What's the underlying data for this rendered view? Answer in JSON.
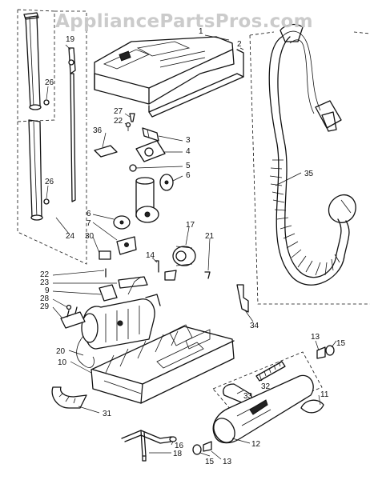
{
  "watermark": "AppliancePartsPros.com",
  "labels": {
    "l1": "1",
    "l2": "2",
    "l3": "3",
    "l4": "4",
    "l5": "5",
    "l6a": "6",
    "l6b": "6",
    "l7": "7",
    "l9": "9",
    "l10": "10",
    "l11": "11",
    "l12": "12",
    "l13a": "13",
    "l13b": "13",
    "l14": "14",
    "l15a": "15",
    "l15b": "15",
    "l16": "16",
    "l17": "17",
    "l18": "18",
    "l19": "19",
    "l20": "20",
    "l21": "21",
    "l22a": "22",
    "l22b": "22",
    "l23": "23",
    "l24": "24",
    "l26a": "26",
    "l26b": "26",
    "l27": "27",
    "l28": "28",
    "l29": "29",
    "l30": "30",
    "l31": "31",
    "l32": "32",
    "l33": "33",
    "l34": "34",
    "l35": "35",
    "l36": "36"
  }
}
